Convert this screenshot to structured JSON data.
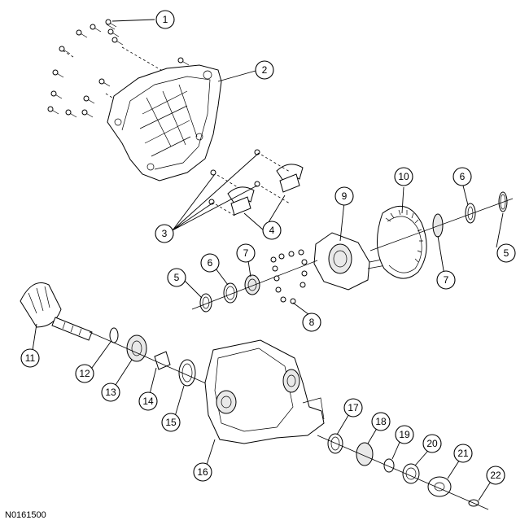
{
  "figure_id": "N0161500",
  "callouts": [
    {
      "id": "c1",
      "label": "1"
    },
    {
      "id": "c2",
      "label": "2"
    },
    {
      "id": "c3",
      "label": "3"
    },
    {
      "id": "c4",
      "label": "4"
    },
    {
      "id": "c5a",
      "label": "5"
    },
    {
      "id": "c5b",
      "label": "5"
    },
    {
      "id": "c6a",
      "label": "6"
    },
    {
      "id": "c6b",
      "label": "6"
    },
    {
      "id": "c7a",
      "label": "7"
    },
    {
      "id": "c7b",
      "label": "7"
    },
    {
      "id": "c8",
      "label": "8"
    },
    {
      "id": "c9",
      "label": "9"
    },
    {
      "id": "c10",
      "label": "10"
    },
    {
      "id": "c11",
      "label": "11"
    },
    {
      "id": "c12",
      "label": "12"
    },
    {
      "id": "c13",
      "label": "13"
    },
    {
      "id": "c14",
      "label": "14"
    },
    {
      "id": "c15",
      "label": "15"
    },
    {
      "id": "c16",
      "label": "16"
    },
    {
      "id": "c17",
      "label": "17"
    },
    {
      "id": "c18",
      "label": "18"
    },
    {
      "id": "c19",
      "label": "19"
    },
    {
      "id": "c20",
      "label": "20"
    },
    {
      "id": "c21",
      "label": "21"
    },
    {
      "id": "c22",
      "label": "22"
    }
  ]
}
